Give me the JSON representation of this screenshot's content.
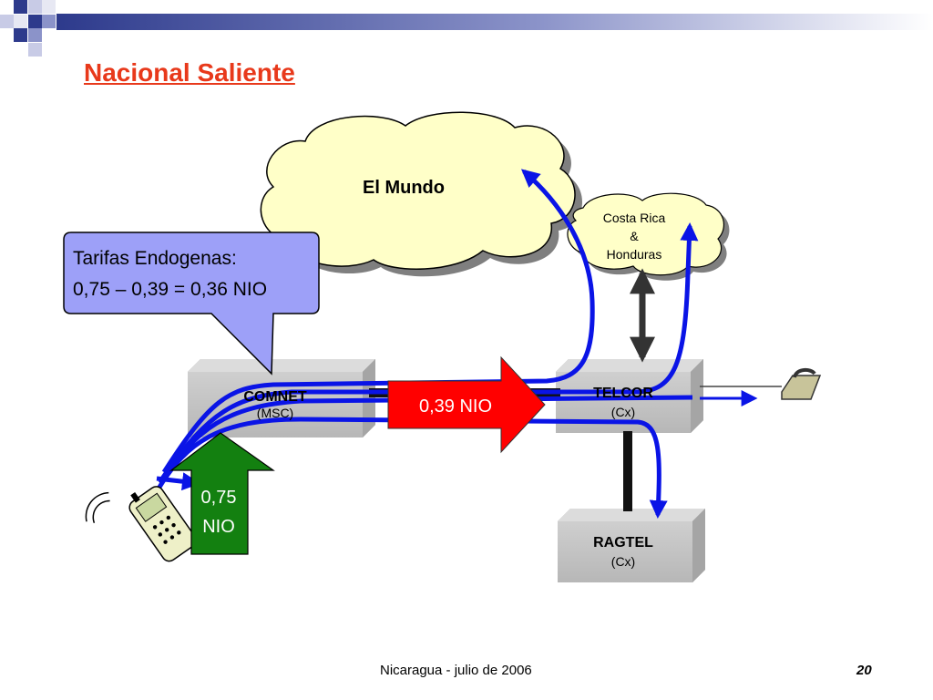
{
  "slide": {
    "title": "Nacional Saliente",
    "footer": "Nicaragua - julio de 2006",
    "page_number": "20"
  },
  "diagram": {
    "cloud_world": "El Mundo",
    "cloud_neighbors": [
      "Costa Rica",
      "&",
      "Honduras"
    ],
    "callout": [
      "Tarifas Endogenas:",
      "0,75 – 0,39 = 0,36 NIO"
    ],
    "node_comnet": {
      "name": "COMNET",
      "sub": "(MSC)"
    },
    "node_telcor": {
      "name": "TELCOR",
      "sub": "(Cx)"
    },
    "node_ragtel": {
      "name": "RAGTEL",
      "sub": "(Cx)"
    },
    "red_arrow_label": "0,39 NIO",
    "green_arrow_label": [
      "0,75",
      "NIO"
    ],
    "icons": [
      "mobile-phone-icon",
      "landline-phone-icon"
    ],
    "colors": {
      "title": "#e8391b",
      "paths": "#0a14e6",
      "callout": "#9da0f8",
      "red_arrow": "#ff0000",
      "green_arrow": "#138010",
      "box": "#c8c8c8"
    }
  }
}
